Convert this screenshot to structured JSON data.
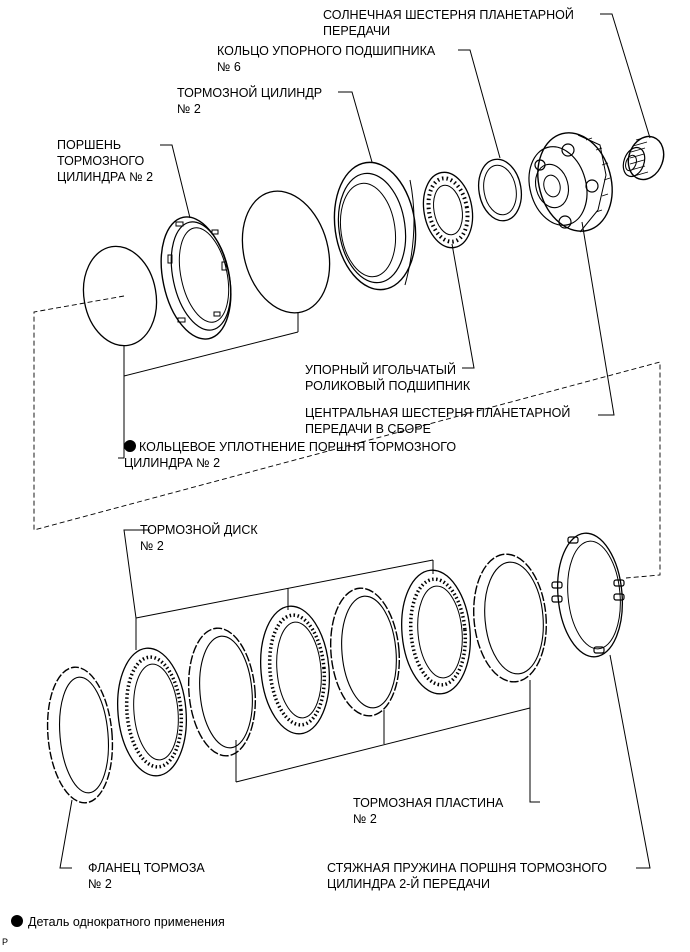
{
  "labels": {
    "sun_gear": "СОЛНЕЧНАЯ ШЕСТЕРНЯ ПЛАНЕТАРНОЙ\nПЕРЕДАЧИ",
    "thrust_ring": "КОЛЬЦО УПОРНОГО ПОДШИПНИКА\n№ 6",
    "brake_cylinder": "ТОРМОЗНОЙ ЦИЛИНДР\n№ 2",
    "piston": "ПОРШЕНЬ\nТОРМОЗНОГО\nЦИЛИНДРА № 2",
    "needle_bearing": "УПОРНЫЙ ИГОЛЬЧАТЫЙ\nРОЛИКОВЫЙ ПОДШИПНИК",
    "planetary_gear": "ЦЕНТРАЛЬНАЯ ШЕСТЕРНЯ ПЛАНЕТАРНОЙ\nПЕРЕДАЧИ В СБОРЕ",
    "o_ring": "КОЛЬЦЕВОЕ УПЛОТНЕНИЕ ПОРШНЯ ТОРМОЗНОГО\nЦИЛИНДРА № 2",
    "brake_disc": "ТОРМОЗНОЙ ДИСК\n№ 2",
    "brake_plate": "ТОРМОЗНАЯ ПЛАСТИНА\n№ 2",
    "brake_flange": "ФЛАНЕЦ ТОРМОЗА\n№ 2",
    "return_spring": "СТЯЖНАЯ ПРУЖИНА ПОРШНЯ ТОРМОЗНОГО\nЦИЛИНДРА 2-Й ПЕРЕДАЧИ"
  },
  "legend": {
    "text": "Деталь однократного применения"
  },
  "footer": {
    "mark": "P"
  },
  "colors": {
    "line": "#000000",
    "background": "#ffffff"
  }
}
